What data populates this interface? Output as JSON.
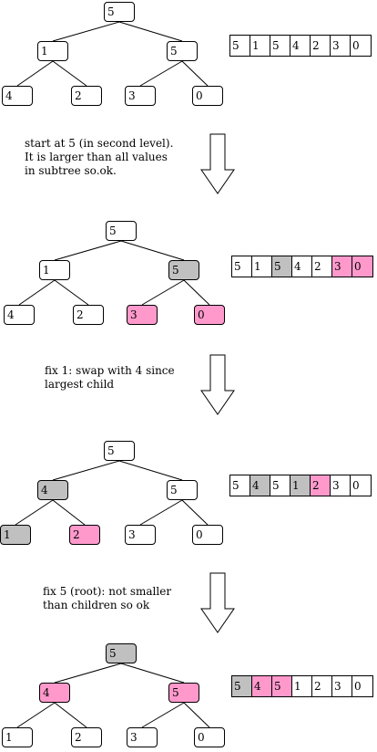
{
  "colors": {
    "gray": "#c0c0c0",
    "pink": "#ff99cc",
    "stroke": "#000000"
  },
  "icons": {
    "step_arrow": "down-arrow-icon"
  },
  "steps": [
    {
      "nodes": [
        {
          "v": "5",
          "hl": ""
        },
        {
          "v": "1",
          "hl": ""
        },
        {
          "v": "5",
          "hl": ""
        },
        {
          "v": "4",
          "hl": ""
        },
        {
          "v": "2",
          "hl": ""
        },
        {
          "v": "3",
          "hl": ""
        },
        {
          "v": "0",
          "hl": ""
        }
      ],
      "array": [
        {
          "v": "5",
          "hl": ""
        },
        {
          "v": "1",
          "hl": ""
        },
        {
          "v": "5",
          "hl": ""
        },
        {
          "v": "4",
          "hl": ""
        },
        {
          "v": "2",
          "hl": ""
        },
        {
          "v": "3",
          "hl": ""
        },
        {
          "v": "0",
          "hl": ""
        }
      ],
      "caption": [
        "start at 5 (in second level).",
        "It is larger than all values",
        "in subtree so.ok."
      ]
    },
    {
      "nodes": [
        {
          "v": "5",
          "hl": ""
        },
        {
          "v": "1",
          "hl": ""
        },
        {
          "v": "5",
          "hl": "gray"
        },
        {
          "v": "4",
          "hl": ""
        },
        {
          "v": "2",
          "hl": ""
        },
        {
          "v": "3",
          "hl": "pink"
        },
        {
          "v": "0",
          "hl": "pink"
        }
      ],
      "array": [
        {
          "v": "5",
          "hl": ""
        },
        {
          "v": "1",
          "hl": ""
        },
        {
          "v": "5",
          "hl": "gray"
        },
        {
          "v": "4",
          "hl": ""
        },
        {
          "v": "2",
          "hl": ""
        },
        {
          "v": "3",
          "hl": "pink"
        },
        {
          "v": "0",
          "hl": "pink"
        }
      ],
      "caption": [
        "fix 1: swap with 4 since",
        "largest child"
      ]
    },
    {
      "nodes": [
        {
          "v": "5",
          "hl": ""
        },
        {
          "v": "4",
          "hl": "gray"
        },
        {
          "v": "5",
          "hl": ""
        },
        {
          "v": "1",
          "hl": "gray"
        },
        {
          "v": "2",
          "hl": "pink"
        },
        {
          "v": "3",
          "hl": ""
        },
        {
          "v": "0",
          "hl": ""
        }
      ],
      "array": [
        {
          "v": "5",
          "hl": ""
        },
        {
          "v": "4",
          "hl": "gray"
        },
        {
          "v": "5",
          "hl": ""
        },
        {
          "v": "1",
          "hl": "gray"
        },
        {
          "v": "2",
          "hl": "pink"
        },
        {
          "v": "3",
          "hl": ""
        },
        {
          "v": "0",
          "hl": ""
        }
      ],
      "caption": [
        "fix 5 (root): not smaller",
        "than children so ok"
      ]
    },
    {
      "nodes": [
        {
          "v": "5",
          "hl": "gray"
        },
        {
          "v": "4",
          "hl": "pink"
        },
        {
          "v": "5",
          "hl": "pink"
        },
        {
          "v": "1",
          "hl": ""
        },
        {
          "v": "2",
          "hl": ""
        },
        {
          "v": "3",
          "hl": ""
        },
        {
          "v": "0",
          "hl": ""
        }
      ],
      "array": [
        {
          "v": "5",
          "hl": "gray"
        },
        {
          "v": "4",
          "hl": "pink"
        },
        {
          "v": "5",
          "hl": "pink"
        },
        {
          "v": "1",
          "hl": ""
        },
        {
          "v": "2",
          "hl": ""
        },
        {
          "v": "3",
          "hl": ""
        },
        {
          "v": "0",
          "hl": ""
        }
      ],
      "caption": []
    }
  ]
}
